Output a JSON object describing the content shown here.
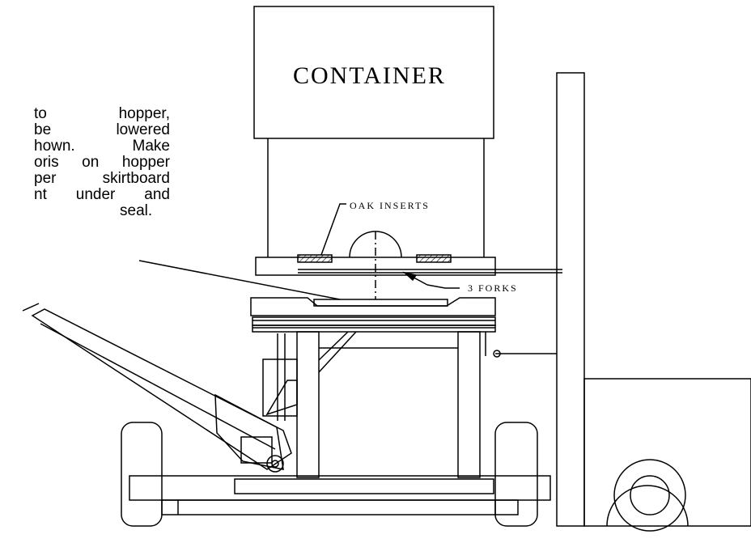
{
  "note_lines": [
    "to   hopper,",
    "be   lowered",
    "hown.   Make",
    "oris on hopper",
    "per skirtboard",
    "nt under and",
    "seal."
  ],
  "labels": {
    "container": "CONTAINER",
    "oak_inserts": "OAK INSERTS",
    "forks": "3 FORKS"
  }
}
